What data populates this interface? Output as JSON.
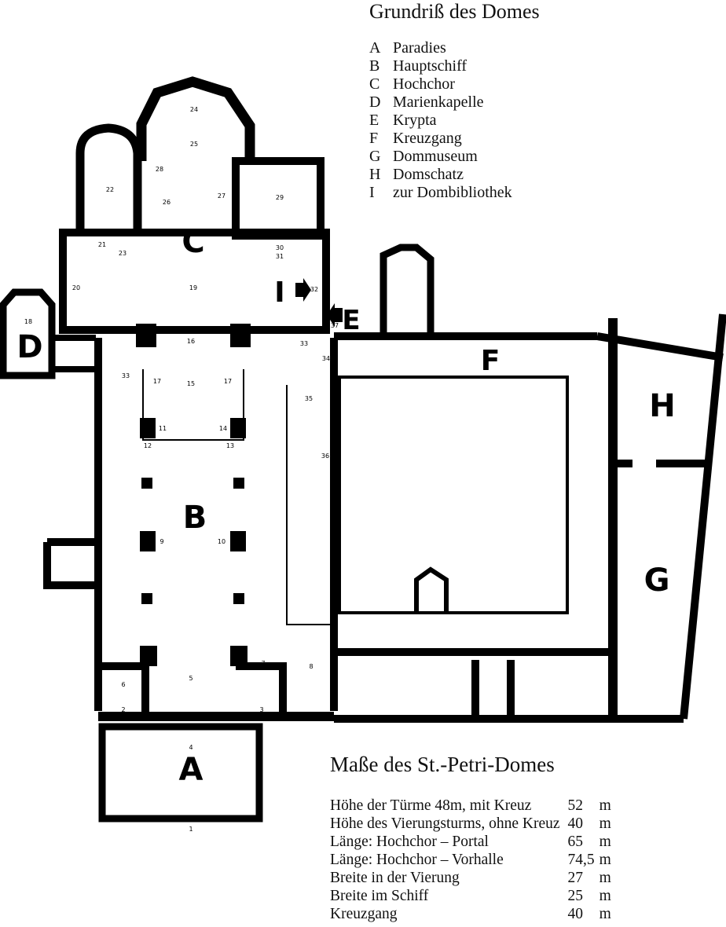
{
  "legend": {
    "title": "Grundriß des Domes",
    "items": [
      {
        "key": "A",
        "label": "Paradies"
      },
      {
        "key": "B",
        "label": "Hauptschiff"
      },
      {
        "key": "C",
        "label": "Hochchor"
      },
      {
        "key": "D",
        "label": "Marienkapelle"
      },
      {
        "key": "E",
        "label": "Krypta"
      },
      {
        "key": "F",
        "label": "Kreuzgang"
      },
      {
        "key": "G",
        "label": "Dommuseum"
      },
      {
        "key": "H",
        "label": "Domschatz"
      },
      {
        "key": "I",
        "label": "zur Dombibliothek"
      }
    ]
  },
  "dimensions": {
    "title": "Maße des St.-Petri-Domes",
    "rows": [
      {
        "label": "Höhe der Türme 48m, mit Kreuz",
        "value": "52",
        "unit": "m"
      },
      {
        "label": "Höhe des Vierungsturms, ohne Kreuz",
        "value": "40",
        "unit": "m"
      },
      {
        "label": "Länge: Hochchor – Portal",
        "value": "65",
        "unit": "m"
      },
      {
        "label": "Länge: Hochchor – Vorhalle",
        "value": "74,5",
        "unit": "m"
      },
      {
        "label": "Breite in der Vierung",
        "value": "27",
        "unit": "m"
      },
      {
        "label": "Breite im Schiff",
        "value": "25",
        "unit": "m"
      },
      {
        "label": "Kreuzgang",
        "value": "40",
        "unit": "m"
      }
    ]
  },
  "plan": {
    "zones": [
      "A",
      "B",
      "C",
      "D",
      "E",
      "F",
      "G",
      "H",
      "I"
    ],
    "numbers": [
      "1",
      "2",
      "3",
      "4",
      "5",
      "6",
      "7",
      "8",
      "9",
      "10",
      "11",
      "12",
      "13",
      "14",
      "15",
      "16",
      "17",
      "17",
      "18",
      "19",
      "20",
      "21",
      "22",
      "23",
      "24",
      "25",
      "26",
      "27",
      "28",
      "29",
      "30",
      "31",
      "32",
      "33",
      "33",
      "34",
      "35",
      "36",
      "37"
    ]
  }
}
